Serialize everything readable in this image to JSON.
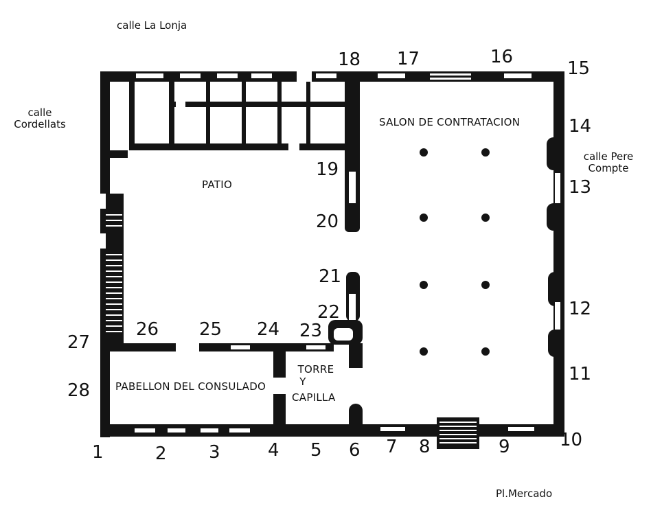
{
  "streets": {
    "north": "calle La Lonja",
    "west": "calle\nCordellats",
    "east": "calle Pere\nCompte",
    "south": "Pl.Mercado"
  },
  "rooms": {
    "salon": "SALON DE CONTRATACION",
    "patio": "PATIO",
    "pabellon": "PABELLON DEL CONSULADO",
    "torre_line1": "TORRE",
    "torre_line2": "Y",
    "torre_line3": "CAPILLA"
  },
  "openings": [
    "1",
    "2",
    "3",
    "4",
    "5",
    "6",
    "7",
    "8",
    "9",
    "10",
    "11",
    "12",
    "13",
    "14",
    "15",
    "16",
    "17",
    "18",
    "19",
    "20",
    "21",
    "22",
    "23",
    "24",
    "25",
    "26",
    "27",
    "28"
  ],
  "colors": {
    "wall": "#141414",
    "window": "#ffffff",
    "background": "#ffffff"
  }
}
